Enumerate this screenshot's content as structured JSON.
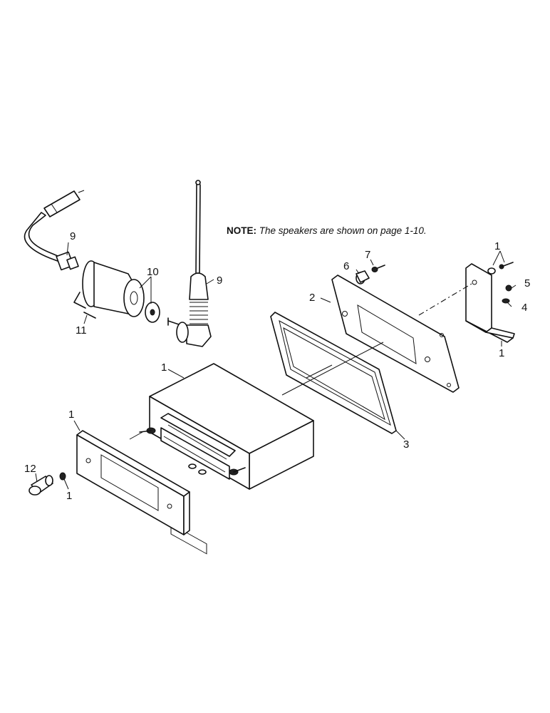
{
  "note": {
    "label": "NOTE:",
    "text": "The speakers are shown on page 1-10."
  },
  "callouts": {
    "radio_housing": "1",
    "front_bezel": "1",
    "knob_washer": "1",
    "bracket_screws": "1",
    "mount_bracket": "1",
    "rear_plate": "2",
    "gasket": "3",
    "lockwasher": "4",
    "nut": "5",
    "spacer": "6",
    "plate_screw": "7",
    "cable_connector": "9",
    "antenna": "9",
    "antenna_base_parts": "10",
    "base_screw": "11",
    "knob": "12"
  }
}
